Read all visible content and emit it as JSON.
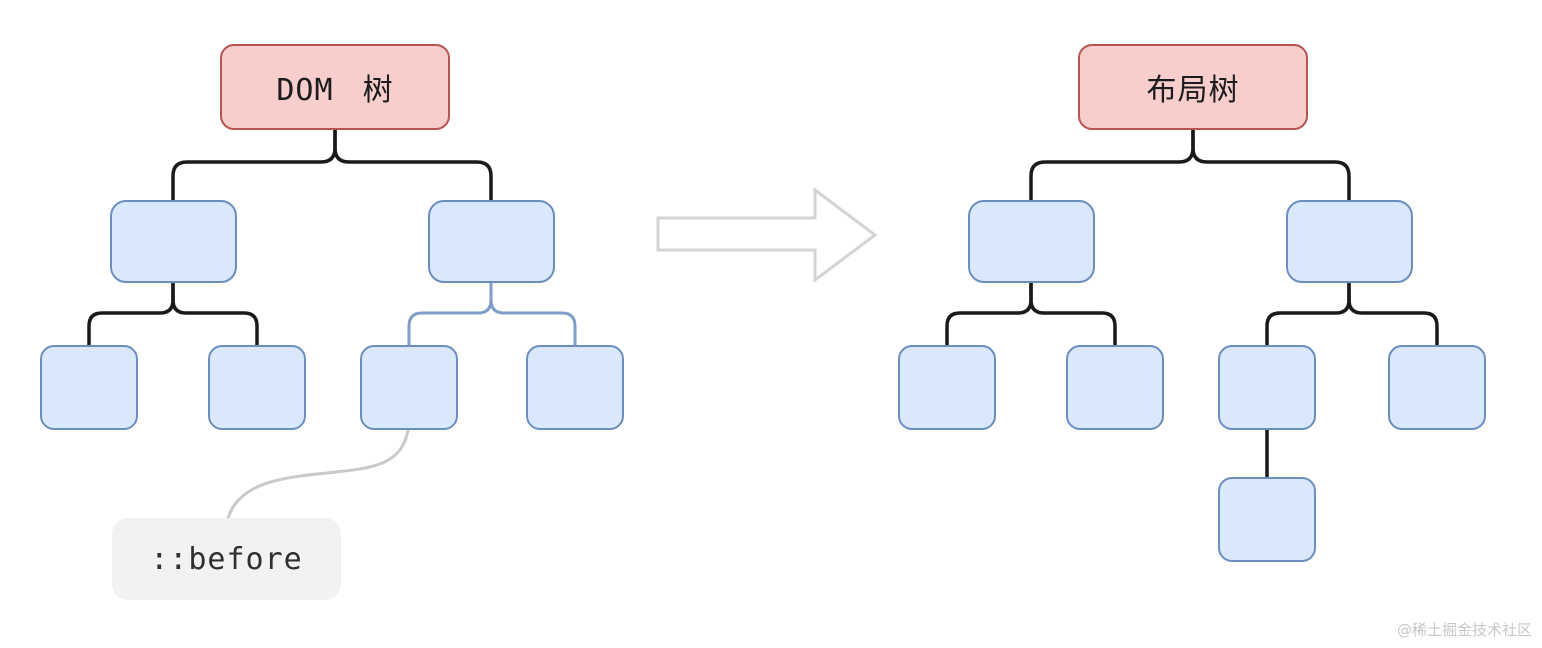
{
  "diagram": {
    "left_tree": {
      "title": "DOM 树"
    },
    "right_tree": {
      "title": "布局树"
    },
    "callout": {
      "label": "::before"
    },
    "arrow": {
      "direction": "right",
      "style": "hollow-outline"
    },
    "watermark": "@稀土掘金技术社区",
    "colors": {
      "root_fill": "#f8cecc",
      "root_border": "#b85450",
      "node_fill": "#dae8fc",
      "node_border": "#6c8ebf",
      "connector_black": "#1a1a1a",
      "connector_blue": "#7f9dc9",
      "connector_gray": "#c9c9c9",
      "arrow_stroke": "#d4d4d4",
      "callout_bg": "#f2f2f3",
      "watermark_color": "#c7c7c7"
    }
  }
}
